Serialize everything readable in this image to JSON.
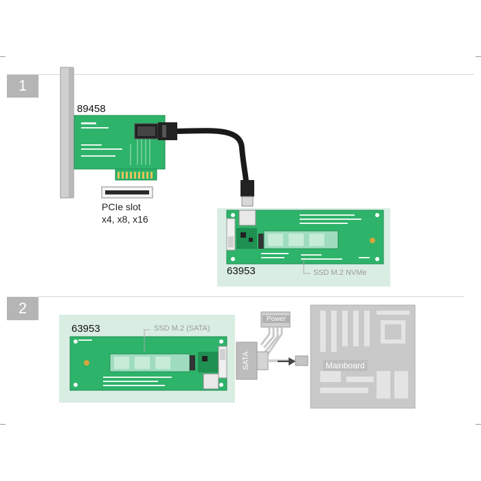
{
  "steps": [
    {
      "number": "1"
    },
    {
      "number": "2"
    }
  ],
  "step1": {
    "card_model": "89458",
    "slot_label_line1": "PCIe slot",
    "slot_label_line2": "x4, x8, x16",
    "adapter_model": "63953",
    "ssd_label": "SSD M.2 NVMe"
  },
  "step2": {
    "adapter_model": "63953",
    "ssd_label": "SSD M.2 (SATA)",
    "power_label": "Power",
    "sata_label": "SATA",
    "mainboard_label": "Mainboard"
  },
  "colors": {
    "pcb_green": "#2eb36a",
    "pcb_dark": "#1f8f52",
    "panel_mint": "#d9ede3",
    "badge_gray": "#b5b5b5",
    "gray_part": "#bdbdbd",
    "cable_black": "#1a1a1a"
  },
  "icons": [
    "pcie-card-icon",
    "pcie-slot-icon",
    "sff-cable-icon",
    "m2-adapter-icon",
    "m2-ssd-icon",
    "power-connector-icon",
    "sata-connector-icon",
    "mainboard-icon"
  ]
}
